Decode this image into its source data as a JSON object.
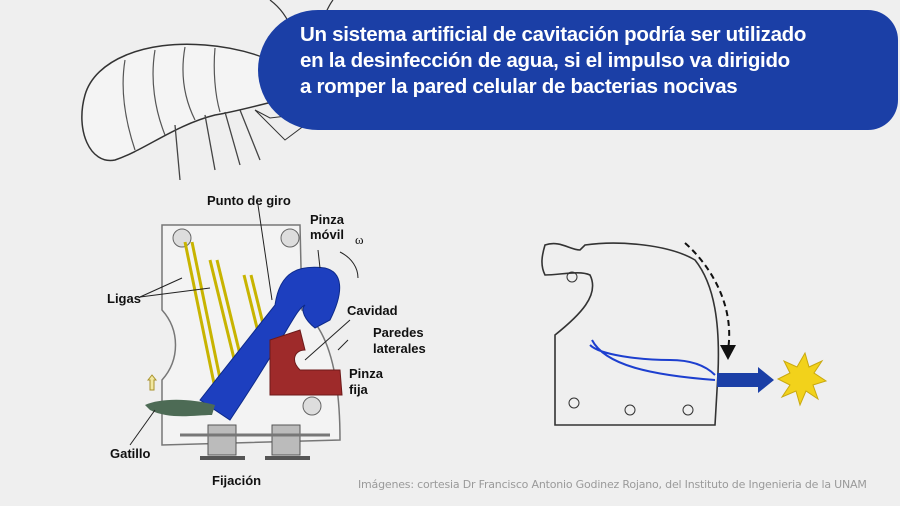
{
  "headline": {
    "lines": [
      "Un sistema artificial de cavitación podría ser utilizado",
      "en la desinfección de agua, si el impulso va dirigido",
      "a romper la pared celular de bacterias nocivas"
    ]
  },
  "diagram_labels": {
    "pivot": "Punto de giro",
    "mobile_claw_1": "Pinza",
    "mobile_claw_2": "móvil",
    "omega": "ω",
    "bands": "Ligas",
    "cavity": "Cavidad",
    "walls_1": "Paredes",
    "walls_2": "laterales",
    "fixed_claw_1": "Pinza",
    "fixed_claw_2": "fija",
    "trigger": "Gatillo",
    "mount": "Fijación"
  },
  "credit": "Imágenes: cortesia Dr Francisco Antonio Godinez Rojano, del Instituto de Ingenieria de la UNAM",
  "colors": {
    "banner": "#1b3fa6",
    "mobile_claw": "#1d3fbf",
    "fixed_claw": "#9e2a2a",
    "trigger": "#4d6b55",
    "star": "#f2d21b"
  }
}
